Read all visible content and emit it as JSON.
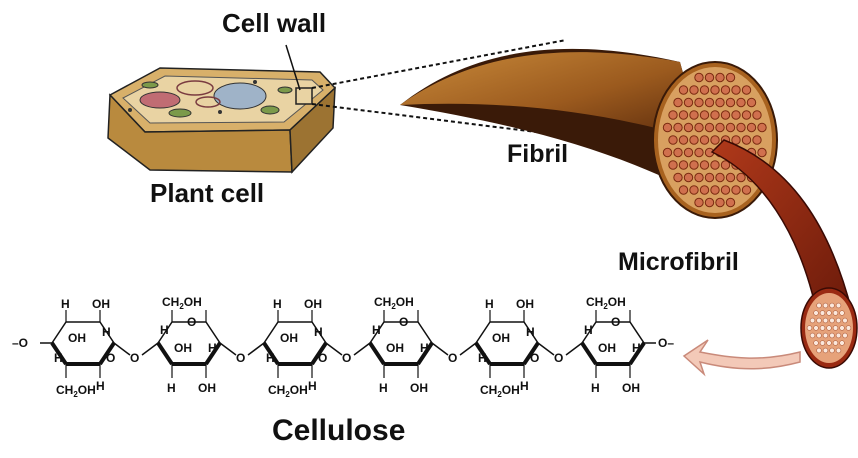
{
  "labels": {
    "cell_wall": "Cell wall",
    "plant_cell": "Plant cell",
    "fibril": "Fibril",
    "microfibril": "Microfibril",
    "cellulose": "Cellulose"
  },
  "chem": {
    "H": "H",
    "OH": "OH",
    "O": "O",
    "CH2OH_main": "CH",
    "CH2OH_sub": "2",
    "CH2OH_tail": "OH",
    "left_end": "–O",
    "right_end": "O–"
  },
  "colors": {
    "cell_tan": "#c9a660",
    "cell_dark": "#8a6a2c",
    "fibril_brown": "#8a4b16",
    "fibril_dark": "#3a1a08",
    "fibril_red": "#9a2a12",
    "strand_fill": "#d88c6a",
    "arrow_fill": "#f3c9b8"
  }
}
